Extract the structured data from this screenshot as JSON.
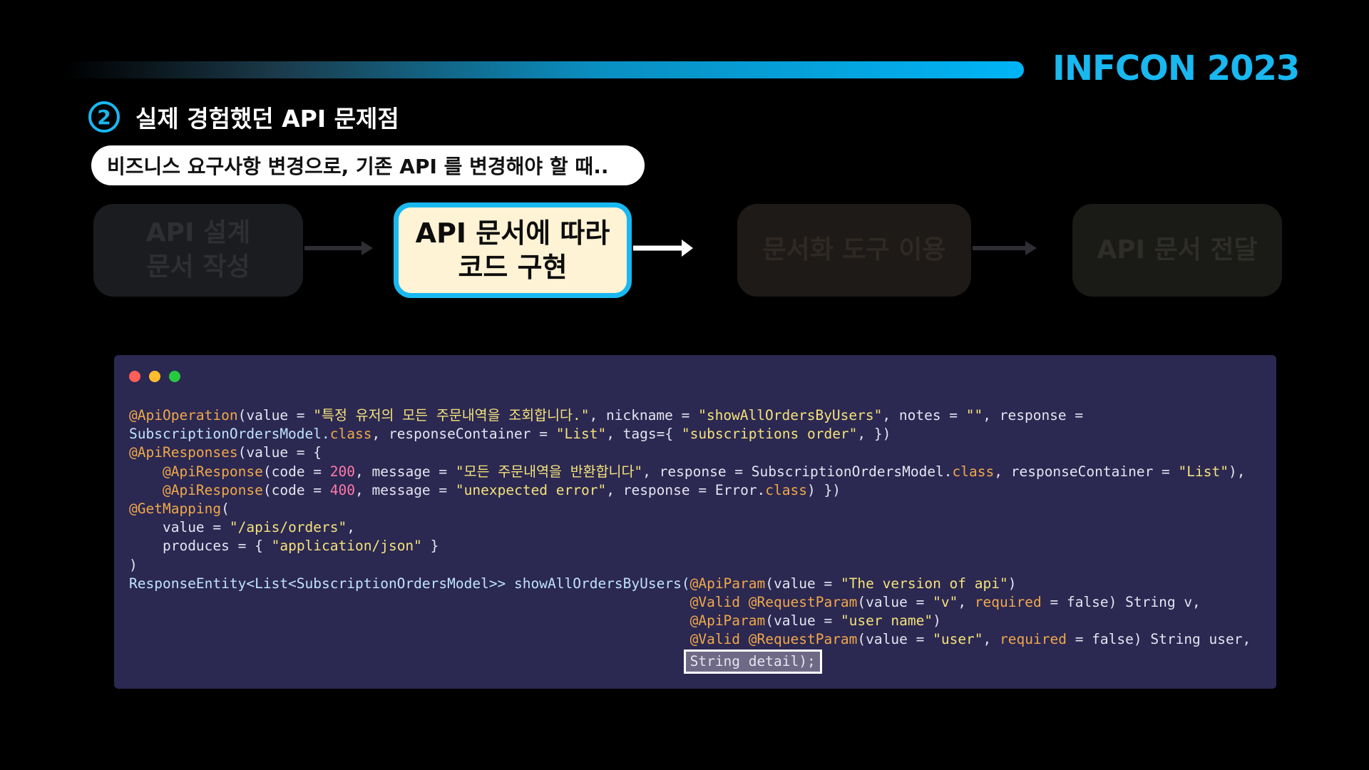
{
  "brand": "INFCON 2023",
  "section": {
    "number": "2",
    "title": "실제 경험했던 API 문제점"
  },
  "pill_text": "비즈니스 요구사항 변경으로, 기존 API 를 변경해야 할 때..",
  "steps": [
    {
      "label": "API 설계\n문서 작성"
    },
    {
      "label": "API 문서에 따라\n코드 구현"
    },
    {
      "label": "문서화 도구 이용"
    },
    {
      "label": "API 문서 전달"
    }
  ],
  "colors": {
    "accent": "#19b8f0",
    "highlight_fill": "#fef3d4",
    "code_bg": "#2b2852"
  },
  "window_dots": [
    "#ff5f56",
    "#ffbd2e",
    "#27c93f"
  ],
  "code": {
    "l1": {
      "ann": "@ApiOperation",
      "a": "(value = ",
      "s1": "\"특정 유저의 모든 주문내역을 조회합니다.\"",
      "b": ", nickname = ",
      "s2": "\"showAllOrdersByUsers\"",
      "c": ", notes = ",
      "s3": "\"\"",
      "d": ", response ="
    },
    "l2": {
      "a": "SubscriptionOrdersModel.",
      "kw": "class",
      "b": ", responseContainer = ",
      "s1": "\"List\"",
      "c": ", tags={ ",
      "s2": "\"subscriptions order\"",
      "d": ", })"
    },
    "l3": {
      "ann": "@ApiResponses",
      "a": "(value = {"
    },
    "l4": {
      "ann": "@ApiResponse",
      "a": "(code = ",
      "n": "200",
      "b": ", message = ",
      "s1": "\"모든 주문내역을 반환합니다\"",
      "c": ", response = SubscriptionOrdersModel.",
      "kw": "class",
      "d": ", responseContainer = ",
      "s2": "\"List\"",
      "e": "),"
    },
    "l5": {
      "ann": "@ApiResponse",
      "a": "(code = ",
      "n": "400",
      "b": ", message = ",
      "s1": "\"unexpected error\"",
      "c": ", response = Error.",
      "kw": "class",
      "d": ") })"
    },
    "l6": {
      "ann": "@GetMapping",
      "a": "("
    },
    "l7": {
      "a": "value = ",
      "s1": "\"/apis/orders\"",
      "b": ","
    },
    "l8": {
      "a": "produces = { ",
      "s1": "\"application/json\"",
      "b": " }"
    },
    "l9": {
      "a": ")"
    },
    "l10": {
      "a": "ResponseEntity<List<SubscriptionOrdersModel>> showAllOrdersByUsers(",
      "ann": "@ApiParam",
      "b": "(value = ",
      "s1": "\"The version of api\"",
      "c": ")"
    },
    "l11": {
      "ann1": "@Valid",
      "ann2": "@RequestParam",
      "a": "(value = ",
      "s1": "\"v\"",
      "b": ", ",
      "kw": "required",
      "c": " = false) String v,"
    },
    "l12": {
      "ann": "@ApiParam",
      "a": "(value = ",
      "s1": "\"user name\"",
      "b": ")"
    },
    "l13": {
      "ann1": "@Valid",
      "ann2": "@RequestParam",
      "a": "(value = ",
      "s1": "\"user\"",
      "b": ", ",
      "kw": "required",
      "c": " = false) String user,"
    },
    "l14": {
      "a": "String detail);"
    }
  }
}
